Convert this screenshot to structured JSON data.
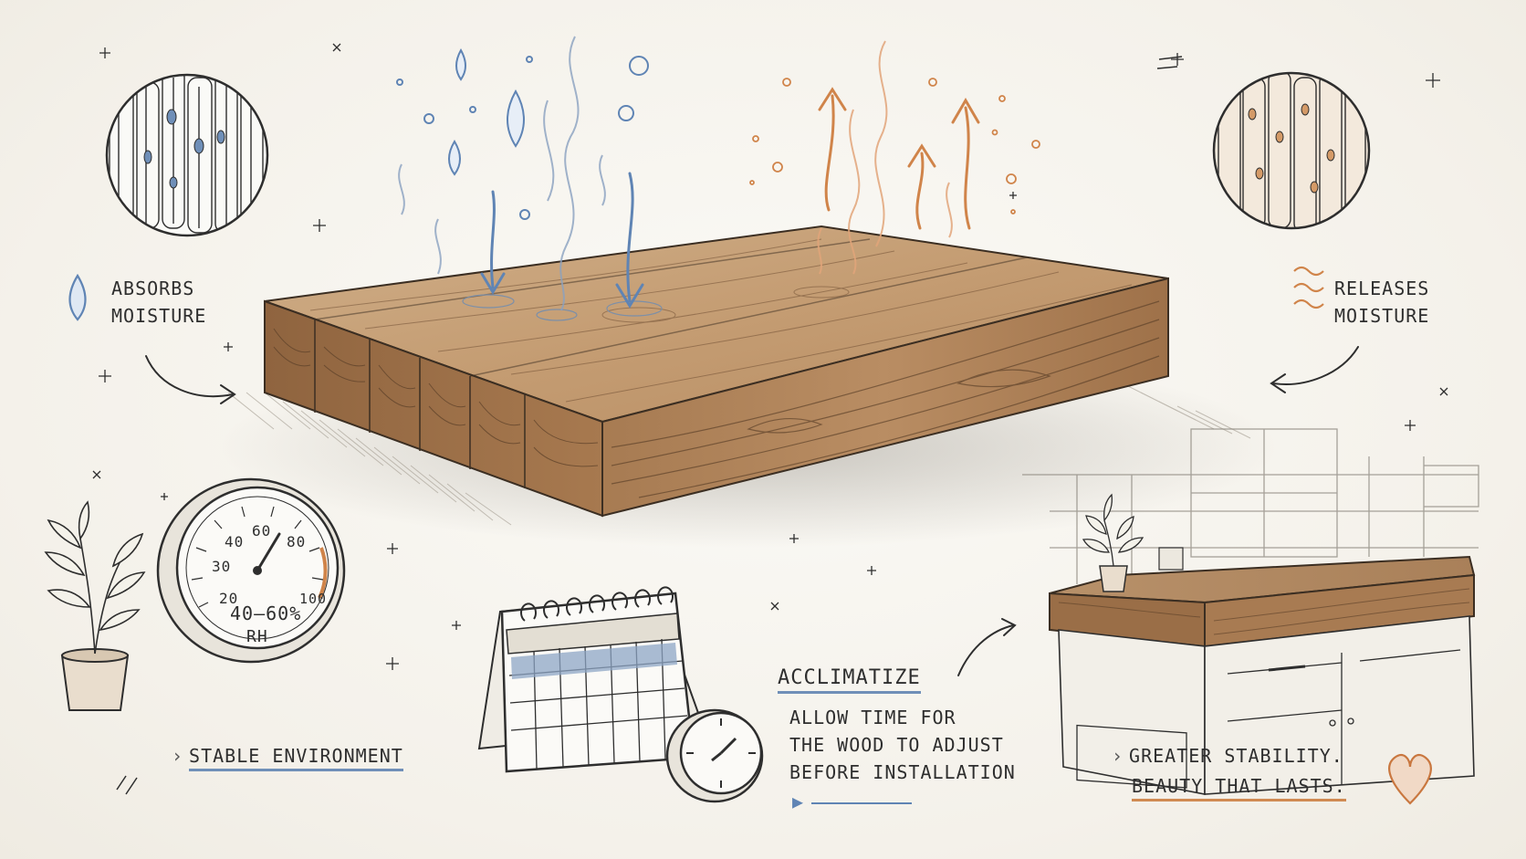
{
  "labels": {
    "absorbs_line1": "ABSORBS",
    "absorbs_line2": "MOISTURE",
    "releases_line1": "RELEASES",
    "releases_line2": "MOISTURE",
    "stable": "STABLE ENVIRONMENT",
    "acclimatize_title": "ACCLIMATIZE",
    "acclimatize_line1": "ALLOW TIME FOR",
    "acclimatize_line2": "THE WOOD TO ADJUST",
    "acclimatize_line3": "BEFORE INSTALLATION",
    "result_line1": "GREATER STABILITY.",
    "result_line2": "BEAUTY THAT LASTS."
  },
  "hygrometer": {
    "ticks": [
      "20",
      "30",
      "40",
      "60",
      "80",
      "100"
    ],
    "range": "40–60%",
    "unit": "RH"
  },
  "colors": {
    "moisture_in": "#5f84b4",
    "moisture_out": "#d0844a",
    "wood_light": "#c9a27a",
    "wood_dark": "#8a5f3c",
    "ink": "#2e2e2e"
  },
  "icons": [
    "water-drop-icon",
    "heat-wave-icon",
    "heart-icon",
    "calendar-icon",
    "clock-icon",
    "hygrometer-icon",
    "plant-icon"
  ]
}
